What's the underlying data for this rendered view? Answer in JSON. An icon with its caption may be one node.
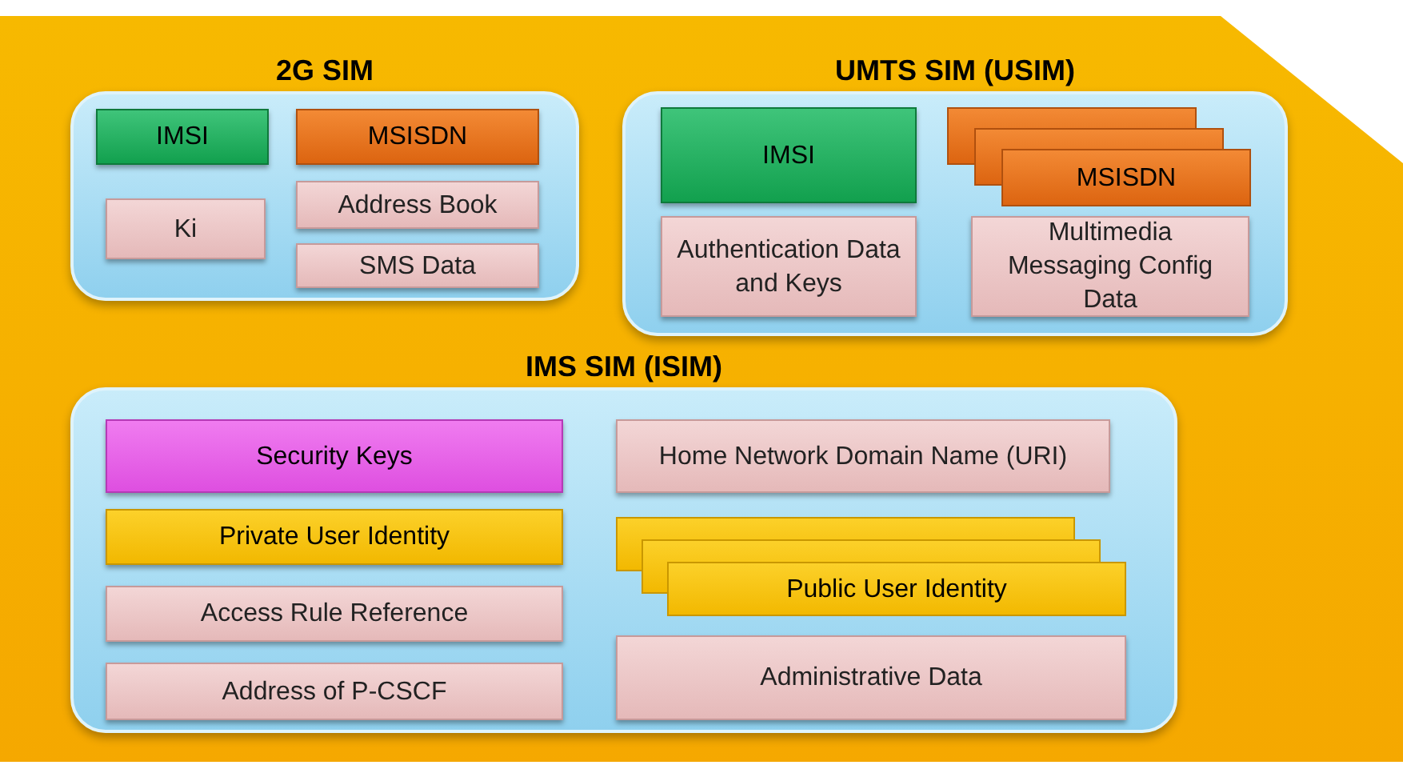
{
  "diagram": {
    "nodes": [
      {
        "text": [
          "2G SIM"
        ]
      },
      {
        "text": [
          "IMSI"
        ],
        "in": 0
      },
      {
        "text": [
          "MSISDN"
        ],
        "in": 0
      },
      {
        "text": [
          "Ki"
        ],
        "in": 0
      },
      {
        "text": [
          "Address Book"
        ],
        "in": 0
      },
      {
        "text": [
          "SMS Data"
        ],
        "in": 0
      },
      {
        "text": [
          "UMTS SIM (USIM)"
        ]
      },
      {
        "text": [
          "IMSI"
        ],
        "in": 6
      },
      {
        "text": [
          "MSISDN"
        ],
        "in": 6
      },
      {
        "text": [
          "Authentication Data and Keys"
        ],
        "in": 6
      },
      {
        "text": [
          "Multimedia Messaging Config Data"
        ],
        "in": 6
      },
      {
        "text": [
          "IMS SIM (ISIM)"
        ]
      },
      {
        "text": [
          "Security Keys"
        ],
        "in": 11
      },
      {
        "text": [
          "Home Network Domain Name (URI)"
        ],
        "in": 11
      },
      {
        "text": [
          "Private User Identity"
        ],
        "in": 11
      },
      {
        "text": [
          "Public User Identity"
        ],
        "in": 11
      },
      {
        "text": [
          "Access Rule Reference"
        ],
        "in": 11
      },
      {
        "text": [
          "Administrative Data"
        ],
        "in": 11
      },
      {
        "text": [
          "Address of P-CSCF"
        ],
        "in": 11
      }
    ]
  }
}
